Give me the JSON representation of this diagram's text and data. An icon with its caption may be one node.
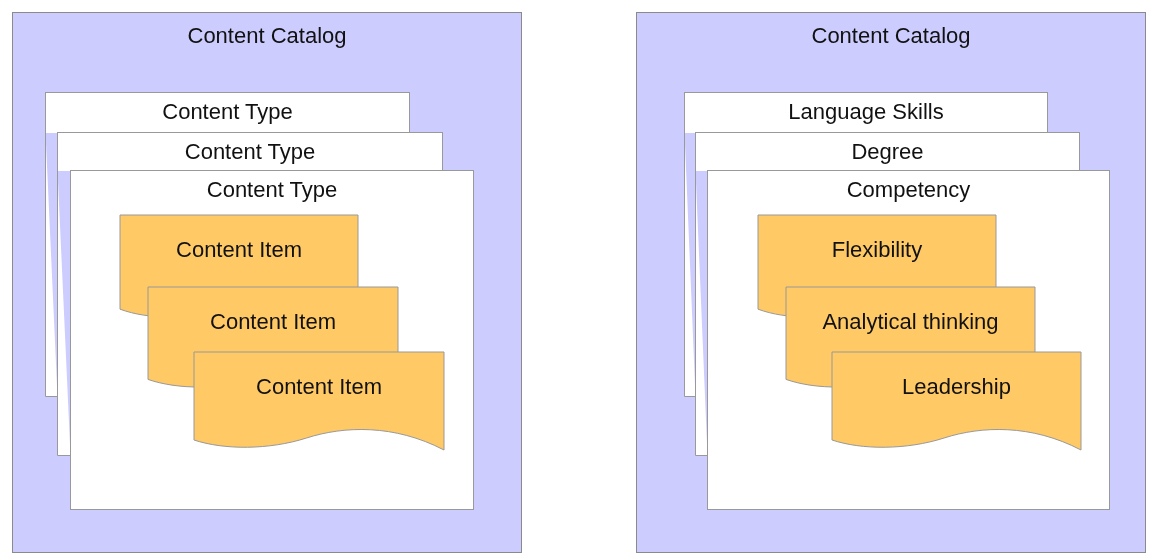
{
  "diagram": {
    "nodes": [
      {
        "text": [
          "Content Catalog"
        ]
      },
      {
        "text": [
          "Content Type"
        ],
        "in": 0
      },
      {
        "text": [
          "Content Type"
        ],
        "in": 0
      },
      {
        "text": [
          "Content Type"
        ],
        "in": 0
      },
      {
        "text": [
          "Content Item"
        ],
        "in": 3
      },
      {
        "text": [
          "Content Item"
        ],
        "in": 3
      },
      {
        "text": [
          "Content Item"
        ],
        "in": 3
      },
      {
        "text": [
          "Content Catalog"
        ]
      },
      {
        "text": [
          "Language Skills"
        ],
        "in": 7
      },
      {
        "text": [
          "Degree"
        ],
        "in": 7
      },
      {
        "text": [
          "Competency"
        ],
        "in": 7
      },
      {
        "text": [
          "Flexibility"
        ],
        "in": 10
      },
      {
        "text": [
          "Analytical thinking"
        ],
        "in": 10
      },
      {
        "text": [
          "Leadership"
        ],
        "in": 10
      }
    ]
  }
}
